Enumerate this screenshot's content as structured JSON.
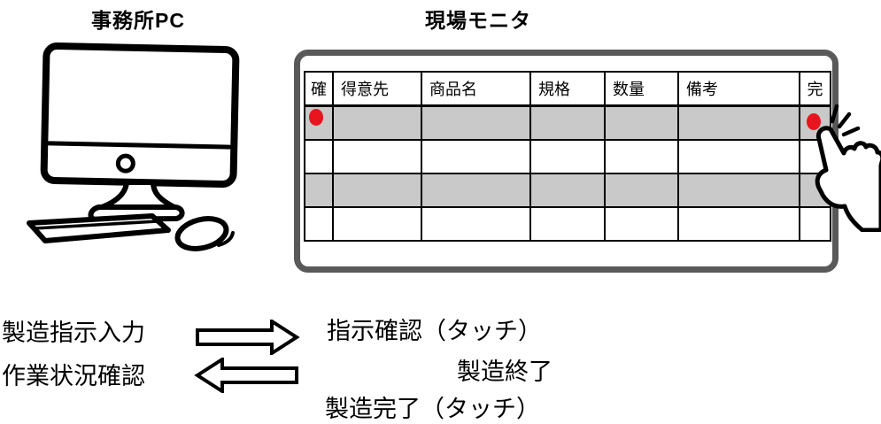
{
  "labels": {
    "office_pc": "事務所PC",
    "monitor": "現場モニタ"
  },
  "table": {
    "headers": [
      "確",
      "得意先",
      "商品名",
      "規格",
      "数量",
      "備考",
      "完"
    ],
    "row_count": 4,
    "shaded_rows": [
      1,
      3
    ],
    "indicator_row": 1
  },
  "flow": {
    "input_label": "製造指示入力",
    "status_check_label": "作業状況確認",
    "confirm_touch_label": "指示確認（タッチ）",
    "end_label": "製造終了",
    "complete_touch_label": "製造完了（タッチ）"
  },
  "colors": {
    "row_shade": "#c9c9c9",
    "indicator_red": "#e8141e",
    "monitor_frame": "#595959"
  }
}
